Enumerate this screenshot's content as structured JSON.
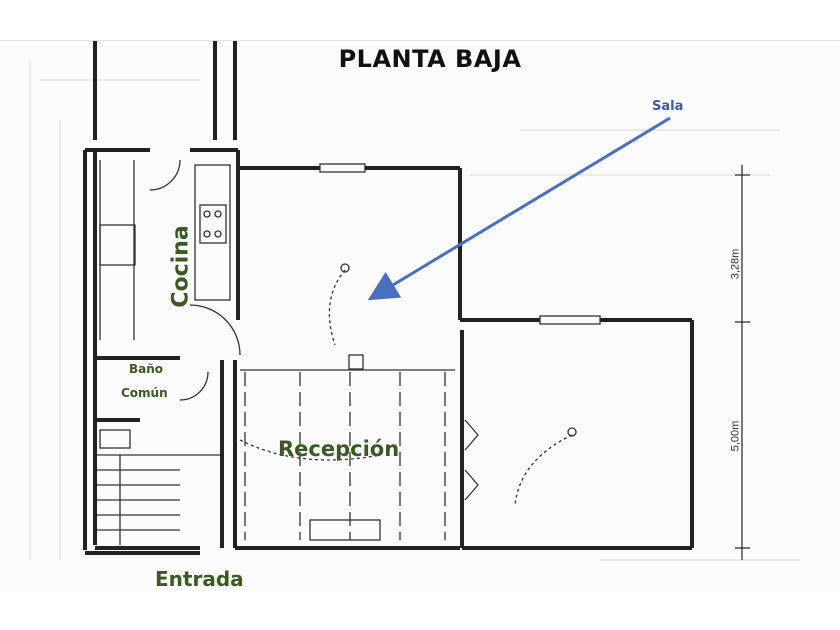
{
  "title": "PLANTA BAJA",
  "labels": {
    "sala": "Sala",
    "cocina": "Cocina",
    "bano_line1": "Baño",
    "bano_line2": "Común",
    "recepcion": "Recepción",
    "entrada": "Entrada"
  },
  "dimensions": {
    "upper_right": "3,28m",
    "lower_right": "5,00m"
  },
  "colors": {
    "label_green": "#3b5a23",
    "arrow_blue": "#4a6fbf",
    "sala_label": "#3a5da8",
    "wall": "#222222"
  }
}
